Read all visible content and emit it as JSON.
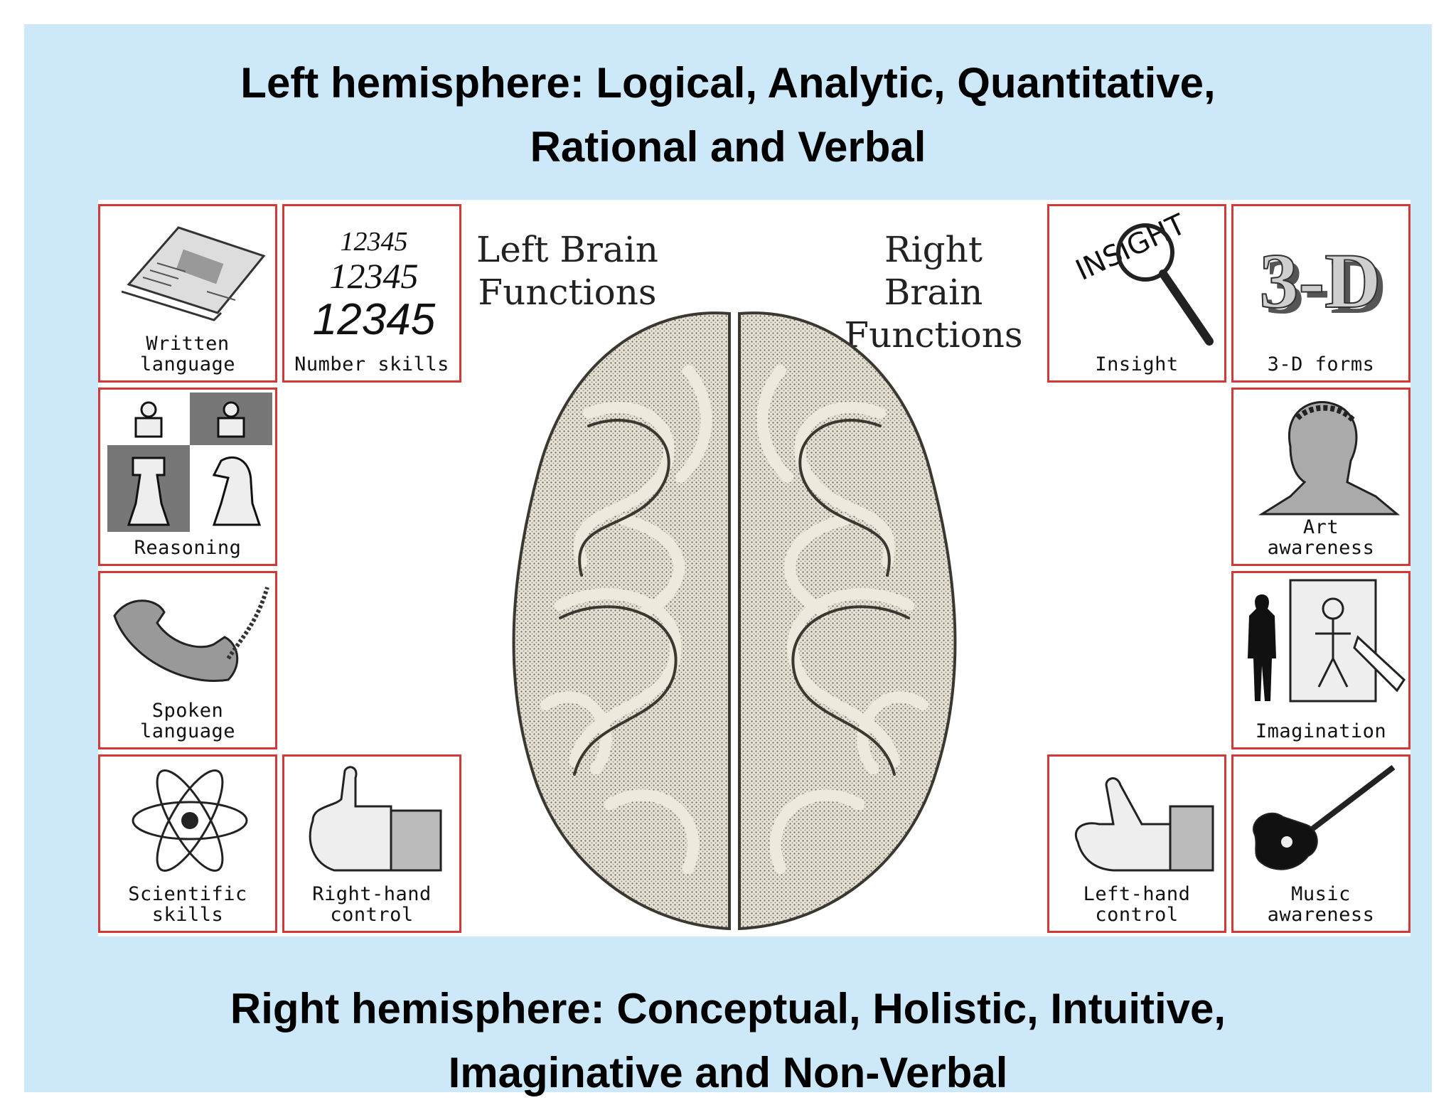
{
  "top_heading": {
    "line1": "Left hemisphere: Logical, Analytic, Quantitative,",
    "line2": "Rational and Verbal"
  },
  "bottom_heading": {
    "line1": "Right hemisphere: Conceptual, Holistic, Intuitive,",
    "line2": "Imaginative and Non-Verbal"
  },
  "left_title": {
    "line1": "Left Brain",
    "line2": "Functions"
  },
  "right_title": {
    "line1": "Right Brain",
    "line2": "Functions"
  },
  "number_skills_numbers": "12345",
  "insight_word": "INSIGHT",
  "three_d_text": "3-D",
  "left_functions": [
    {
      "line1": "Written",
      "line2": "language",
      "icon": "newspaper-icon"
    },
    {
      "line1": "Number skills",
      "line2": "",
      "icon": "numbers-icon"
    },
    {
      "line1": "Reasoning",
      "line2": "",
      "icon": "chess-icon"
    },
    {
      "line1": "Spoken",
      "line2": "language",
      "icon": "telephone-icon"
    },
    {
      "line1": "Scientific",
      "line2": "skills",
      "icon": "atom-icon"
    },
    {
      "line1": "Right-hand",
      "line2": "control",
      "icon": "thumbs-up-icon"
    }
  ],
  "right_functions": [
    {
      "line1": "Insight",
      "line2": "",
      "icon": "magnifier-icon"
    },
    {
      "line1": "3-D forms",
      "line2": "",
      "icon": "3d-letters-icon"
    },
    {
      "line1": "Art",
      "line2": "awareness",
      "icon": "statue-bust-icon"
    },
    {
      "line1": "Imagination",
      "line2": "",
      "icon": "figure-drawing-icon"
    },
    {
      "line1": "Left-hand",
      "line2": "control",
      "icon": "pointing-hand-icon"
    },
    {
      "line1": "Music",
      "line2": "awareness",
      "icon": "guitar-icon"
    }
  ],
  "colors": {
    "background": "#cde9f9",
    "cell_border": "#d23a3a",
    "brain_fill": "#e7e2d6",
    "brain_ink": "#3b3832"
  }
}
